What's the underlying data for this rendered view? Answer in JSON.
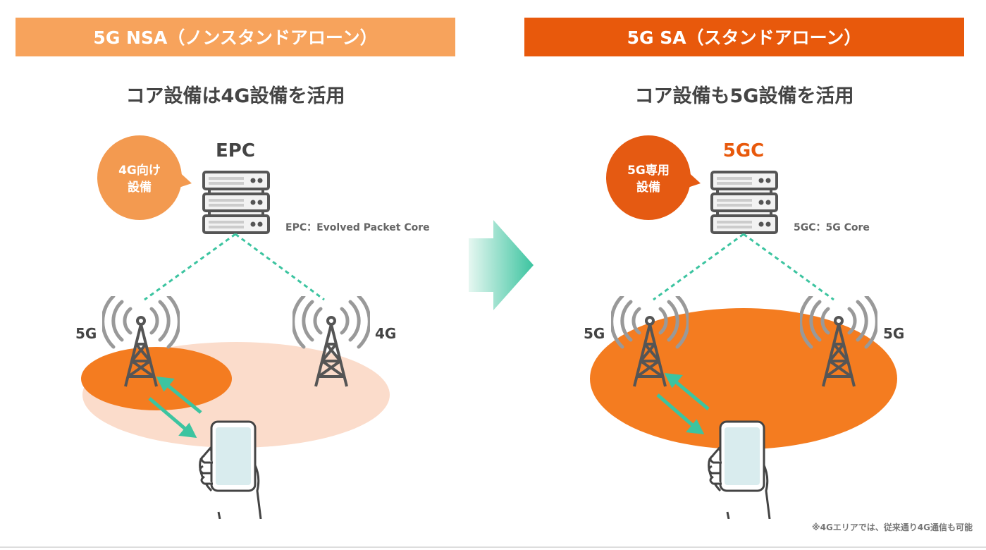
{
  "nsa": {
    "header": "5G NSA（ノンスタンドアローン）",
    "title": "コア設備は4G設備を活用",
    "core_name": "EPC",
    "bubble_line1": "4G向け",
    "bubble_line2": "設備",
    "core_note": "EPC：Evolved Packet Core",
    "tower_left_label": "5G",
    "tower_right_label": "4G"
  },
  "sa": {
    "header": "5G SA（スタンドアローン）",
    "title": "コア設備も5G設備を活用",
    "core_name": "5GC",
    "bubble_line1": "5G専用",
    "bubble_line2": "設備",
    "core_note": "5GC：5G Core",
    "tower_left_label": "5G",
    "tower_right_label": "5G"
  },
  "footnote": "※4Gエリアでは、従来通り4G通信も可能",
  "colors": {
    "nsa_header": "#f7a35c",
    "sa_header": "#e8590c",
    "area_4g": "#fbdccb",
    "area_5g": "#f47c20",
    "link": "#3cc4a0"
  }
}
